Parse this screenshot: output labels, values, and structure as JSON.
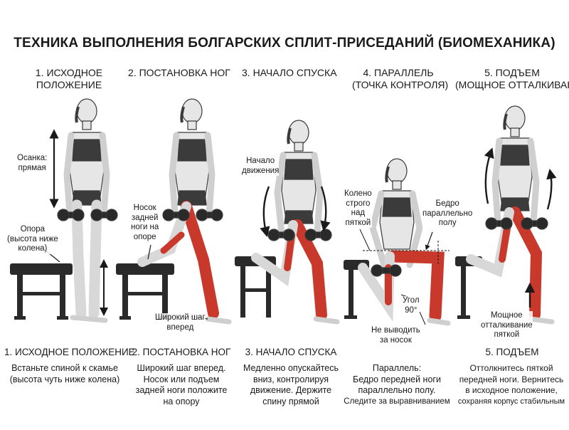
{
  "title": "ТЕХНИКА ВЫПОЛНЕНИЯ БОЛГАРСКИХ СПЛИТ-ПРИСЕДАНИЙ (БИОМЕХАНИКА)",
  "stages": [
    {
      "heading": [
        "1. ИСХОДНОЕ",
        "ПОЛОЖЕНИЕ"
      ]
    },
    {
      "heading": [
        "2. ПОСТАНОВКА НОГ"
      ]
    },
    {
      "heading": [
        "3. НАЧАЛО СПУСКА"
      ]
    },
    {
      "heading": [
        "4. ПАРАЛЛЕЛЬ",
        "(ТОЧКА КОНТРОЛЯ)"
      ]
    },
    {
      "heading": [
        "5. ПОДЪЕМ",
        "(МОЩНОЕ ОТТАЛКИВАНИЕ)"
      ]
    }
  ],
  "labels": {
    "posture": [
      "Осанка:",
      "прямая"
    ],
    "support": [
      "Опора",
      "(высота ниже",
      "колена)"
    ],
    "rear_toe": [
      "Носок",
      "задней",
      "ноги на",
      "опоре"
    ],
    "wide_step": [
      "Широкий шаг",
      "вперед"
    ],
    "start_move": [
      "Начало",
      "движения"
    ],
    "knee_heel": [
      "Колено",
      "строго",
      "над",
      "пяткой"
    ],
    "thigh_parallel": [
      "Бедро",
      "параллельно",
      "полу"
    ],
    "angle": [
      "Угол",
      "90°"
    ],
    "no_toe": [
      "Не выводить",
      "за носок"
    ],
    "heel_push": [
      "Мощное",
      "отталкивание",
      "пяткой"
    ]
  },
  "captions": [
    {
      "title": "1. ИСХОДНОЕ ПОЛОЖЕНИЕ",
      "text": [
        "Встаньте спиной к скамье",
        "(высота чуть ниже колена)"
      ]
    },
    {
      "title": "2. ПОСТАНОВКА НОГ",
      "text": [
        "Широкий шаг вперед.",
        "Носок или подъем",
        "задней ноги положите",
        "на опору"
      ]
    },
    {
      "title": "3. НАЧАЛО СПУСКА",
      "text": [
        "Медленно опускайтесь",
        "вниз, контролируя",
        "движение. Держите",
        "спину прямой"
      ]
    },
    {
      "title": "",
      "text": [
        "Параллель:",
        "Бедро передней ноги",
        "параллельно полу.",
        "Следите за выравниванием"
      ]
    },
    {
      "title": "5. ПОДЪЕМ",
      "text": [
        "Оттолкнитесь пяткой",
        "передней ноги. Вернитесь",
        "в исходное положение,",
        "сохраняя корпус стабильным"
      ]
    }
  ],
  "colors": {
    "bench": "#2a2a2a",
    "skin": "#e6e6e6",
    "outline": "#3a3a3a",
    "muscle": "#c8392b",
    "top": "#3b3b3b"
  }
}
